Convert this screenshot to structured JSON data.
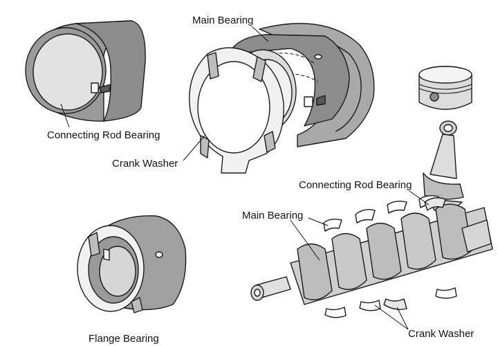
{
  "labels": {
    "main_bearing_top": "Main Bearing",
    "connecting_rod_bearing_left": "Connecting Rod Bearing",
    "crank_washer_left": "Crank Washer",
    "connecting_rod_bearing_right": "Connecting Rod Bearing",
    "main_bearing_right": "Main Bearing",
    "flange_bearing": "Flange Bearing",
    "crank_washer_right": "Crank Washer"
  },
  "colors": {
    "bearing_outer": "#9a9a9a",
    "bearing_inner": "#e2e2e2",
    "bearing_dark": "#6e6e6e",
    "washer": "#f1f1f1",
    "outline": "#1a1a1a"
  }
}
